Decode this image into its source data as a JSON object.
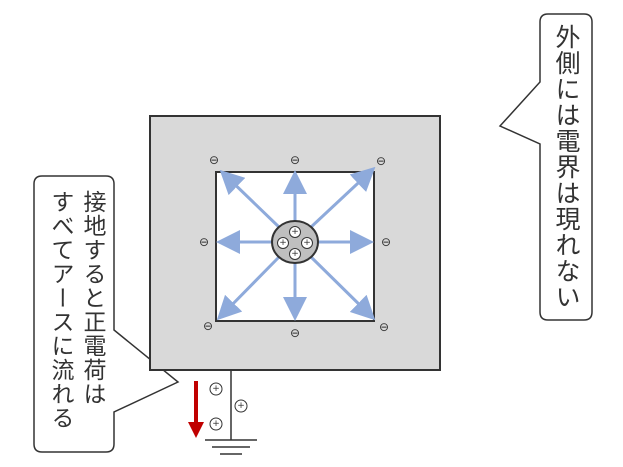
{
  "callouts": {
    "outside": "外側には電界は現れない",
    "ground_line1": "接地すると正電荷は",
    "ground_line2": "すべてアースに流れる"
  },
  "symbols": {
    "negative": "⊖",
    "positive": "+"
  },
  "colors": {
    "shell": "#d9d9d9",
    "border": "#333333",
    "field_arrow": "#8eaadb",
    "ground_arrow": "#c00000",
    "center_charge": "#bfbfbf"
  }
}
